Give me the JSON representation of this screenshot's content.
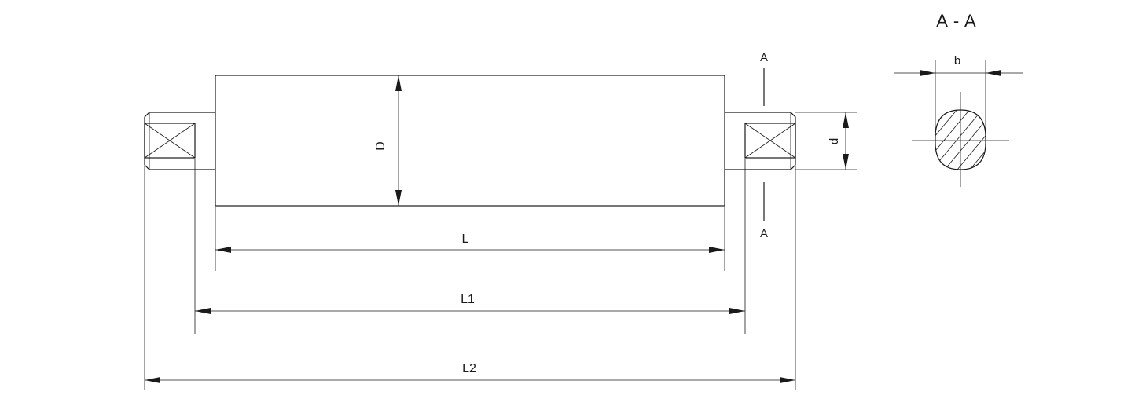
{
  "section_title": "A - A",
  "labels": {
    "diameter_roller": "D",
    "diameter_shaft": "d",
    "length_roller": "L",
    "length_shaft_flats": "L1",
    "length_total": "L2",
    "flat_width": "b",
    "section_mark_top": "A",
    "section_mark_bottom": "A"
  }
}
